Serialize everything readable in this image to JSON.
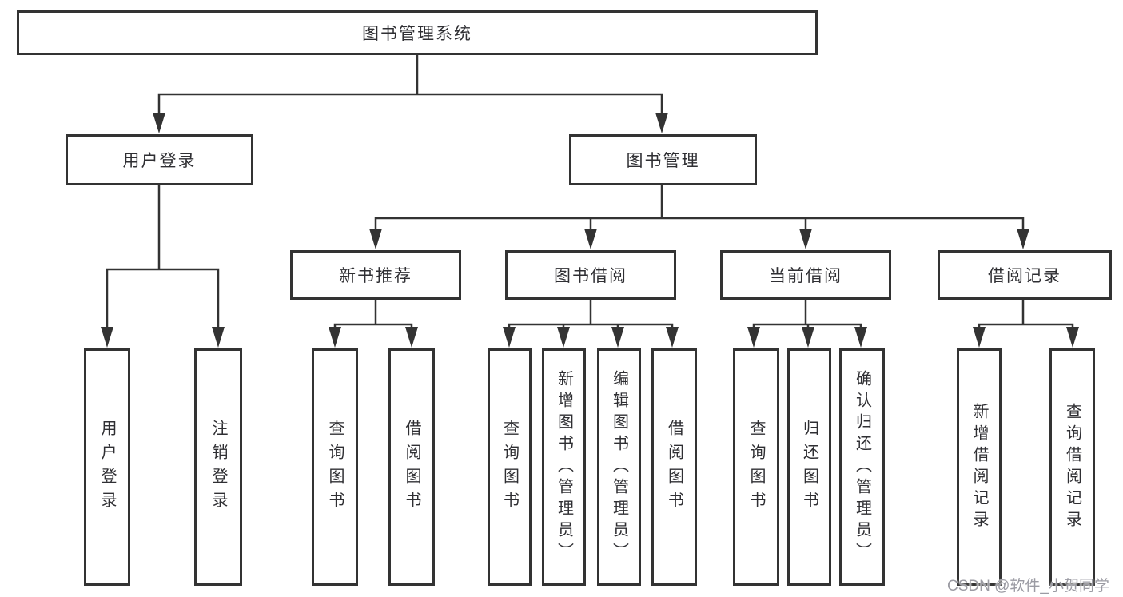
{
  "tree": {
    "root": {
      "label": "图书管理系统"
    },
    "branches": [
      {
        "label": "用户登录",
        "children": [
          {
            "label": "用户登录"
          },
          {
            "label": "注销登录"
          }
        ]
      },
      {
        "label": "图书管理",
        "children": [
          {
            "label": "新书推荐",
            "children": [
              {
                "label": "查询图书"
              },
              {
                "label": "借阅图书"
              }
            ]
          },
          {
            "label": "图书借阅",
            "children": [
              {
                "label": "查询图书"
              },
              {
                "label": "新增图书（管理员）"
              },
              {
                "label": "编辑图书（管理员）"
              },
              {
                "label": "借阅图书"
              }
            ]
          },
          {
            "label": "当前借阅",
            "children": [
              {
                "label": "查询图书"
              },
              {
                "label": "归还图书"
              },
              {
                "label": "确认归还（管理员）"
              }
            ]
          },
          {
            "label": "借阅记录",
            "children": [
              {
                "label": "新增借阅记录"
              },
              {
                "label": "查询借阅记录"
              }
            ]
          }
        ]
      }
    ]
  },
  "watermark": {
    "text": "CSDN @软件_小贺同学",
    "color": "#9b9ba3"
  },
  "colors": {
    "line": "#333333",
    "box_border": "#333333",
    "text": "#2f2f33",
    "background": "#ffffff"
  }
}
